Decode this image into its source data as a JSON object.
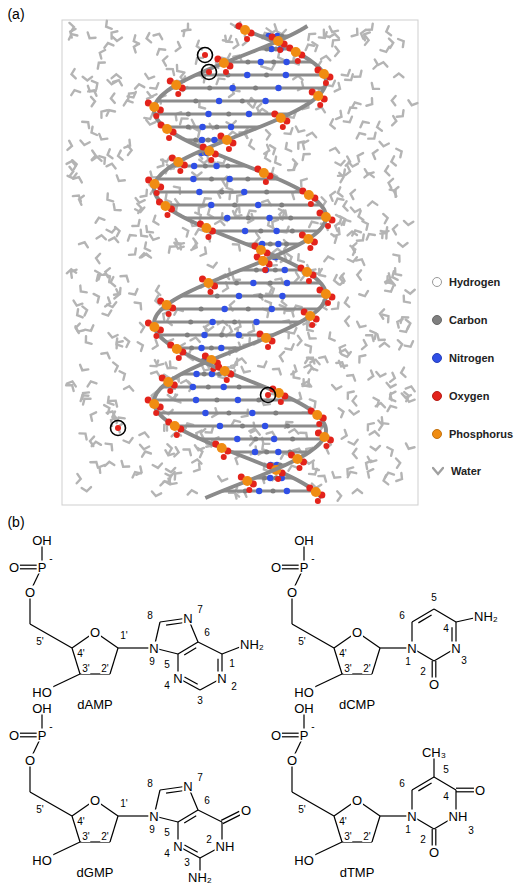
{
  "diagram": {
    "labels": [
      "(a)",
      "(b)",
      "OH",
      "P",
      "-",
      "O",
      "O",
      "5'",
      "4'",
      "O",
      "1'",
      "3'",
      "2'",
      "HO",
      "8",
      "N",
      "7",
      "6",
      "NH₂",
      "1",
      "N",
      "2",
      "3",
      "N",
      "4",
      "5",
      "N",
      "9",
      "dAMP",
      "OH",
      "P",
      "-",
      "O",
      "O",
      "5'",
      "4'",
      "O",
      "3'",
      "2'",
      "HO",
      "6",
      "5",
      "4",
      "NH₂",
      "N",
      "3",
      "2",
      "O",
      "N",
      "1",
      "dCMP",
      "OH",
      "P",
      "-",
      "O",
      "O",
      "5'",
      "4'",
      "O",
      "1'",
      "3'",
      "2'",
      "HO",
      "8",
      "N",
      "7",
      "6",
      "O",
      "NH",
      "2",
      "3",
      "NH₂",
      "N",
      "4",
      "5",
      "N",
      "9",
      "dGMP",
      "OH",
      "P",
      "-",
      "O",
      "O",
      "5'",
      "4'",
      "O",
      "3'",
      "2'",
      "HO",
      "CH₃",
      "6",
      "5",
      "4",
      "O",
      "NH",
      "3",
      "2",
      "O",
      "N",
      "1",
      "dTMP"
    ],
    "legend": [
      {
        "text": "Hydrogen",
        "color": "#ffffff"
      },
      {
        "text": "Carbon",
        "color": "#7f7f7f"
      },
      {
        "text": "Nitrogen",
        "color": "#2f4fe6"
      },
      {
        "text": "Oxygen",
        "color": "#e3231b"
      },
      {
        "text": "Phosphorus",
        "color": "#f08c12"
      },
      {
        "text": "Water"
      }
    ]
  }
}
